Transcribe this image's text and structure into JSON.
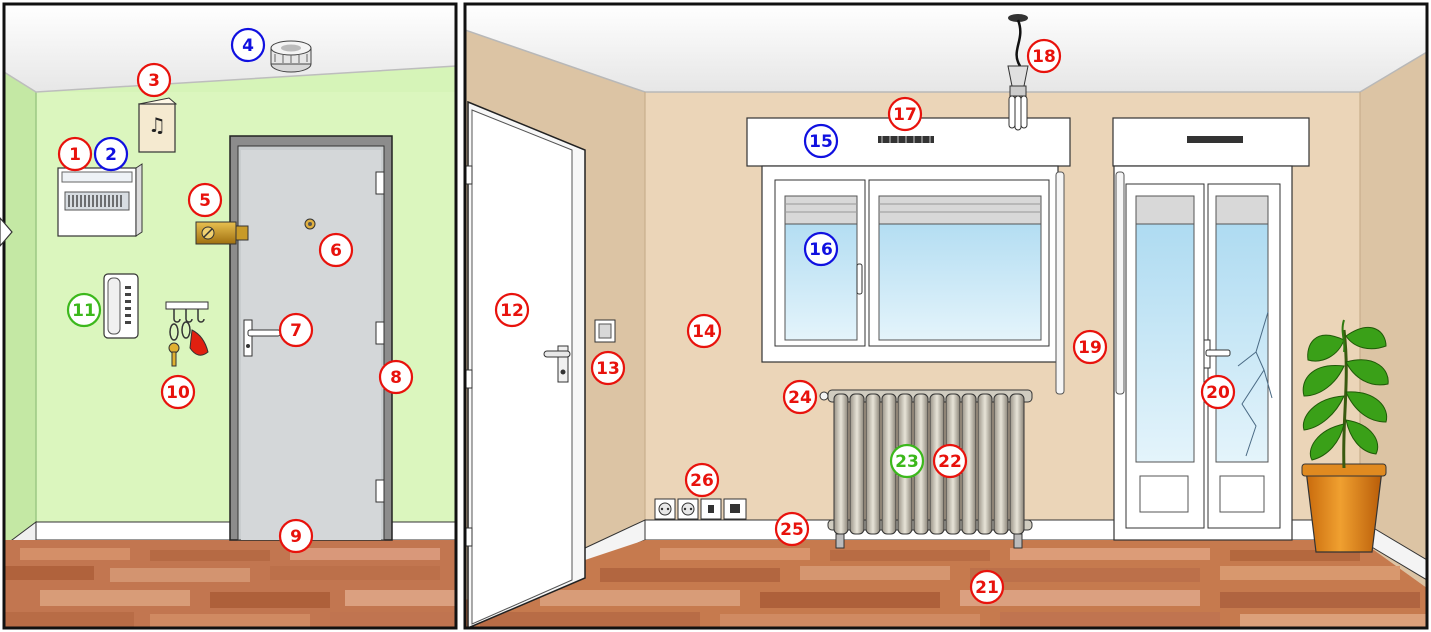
{
  "colors": {
    "red": "#e8120c",
    "blue": "#1010e0",
    "green": "#3cb81c",
    "hall_wall": "#d4f2b3",
    "room_wall": "#e9d3b6",
    "ceiling": "#f4f4f4",
    "floor": "#c8784c",
    "outline": "#101010"
  },
  "labels": [
    {
      "num": "1",
      "color": "red"
    },
    {
      "num": "2",
      "color": "blue"
    },
    {
      "num": "3",
      "color": "red"
    },
    {
      "num": "4",
      "color": "blue"
    },
    {
      "num": "5",
      "color": "red"
    },
    {
      "num": "6",
      "color": "red"
    },
    {
      "num": "7",
      "color": "red"
    },
    {
      "num": "8",
      "color": "red"
    },
    {
      "num": "9",
      "color": "red"
    },
    {
      "num": "10",
      "color": "red"
    },
    {
      "num": "11",
      "color": "green"
    },
    {
      "num": "12",
      "color": "red"
    },
    {
      "num": "13",
      "color": "red"
    },
    {
      "num": "14",
      "color": "red"
    },
    {
      "num": "15",
      "color": "blue"
    },
    {
      "num": "16",
      "color": "blue"
    },
    {
      "num": "17",
      "color": "red"
    },
    {
      "num": "18",
      "color": "red"
    },
    {
      "num": "19",
      "color": "red"
    },
    {
      "num": "20",
      "color": "red"
    },
    {
      "num": "21",
      "color": "red"
    },
    {
      "num": "22",
      "color": "red"
    },
    {
      "num": "23",
      "color": "green"
    },
    {
      "num": "24",
      "color": "red"
    },
    {
      "num": "25",
      "color": "red"
    },
    {
      "num": "26",
      "color": "red"
    }
  ]
}
